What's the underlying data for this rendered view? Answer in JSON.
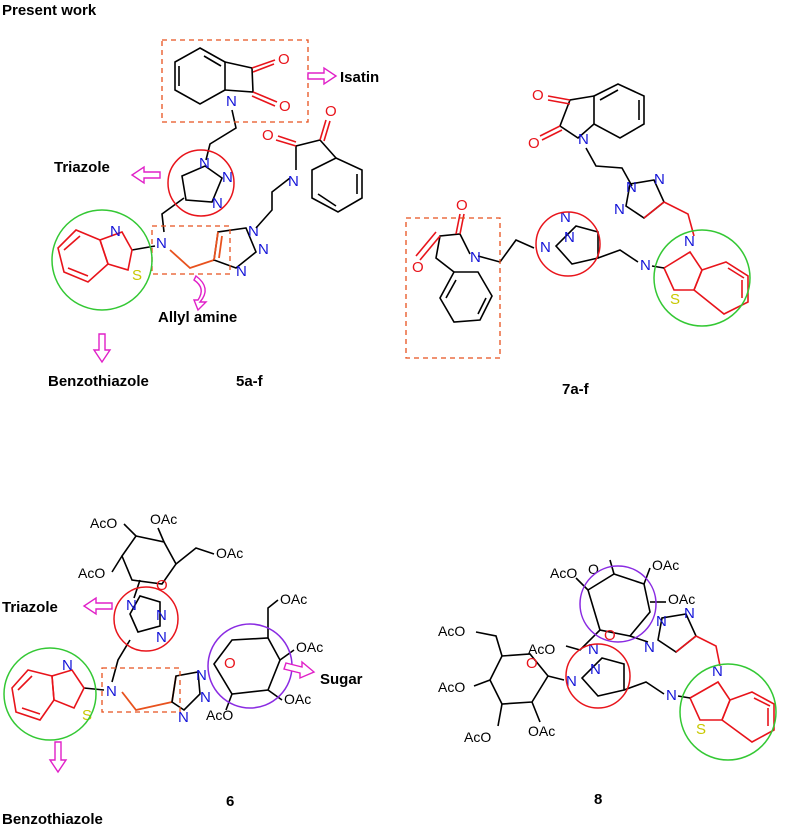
{
  "heading": "Present work",
  "colors": {
    "nitrogen": "#1414d8",
    "oxygen": "#e8141b",
    "sulfur": "#c8c800",
    "highlight_ring": "#e8141b",
    "thiazole_ring": "#34c834",
    "sugar_ring": "#8a2be2",
    "dashed_box": "#e8521e",
    "arrows": "#e020c8"
  },
  "callouts": {
    "isatin": "Isatin",
    "triazole_top": "Triazole",
    "allyl_amine": "Allyl amine",
    "benzothiazole_top": "Benzothiazole",
    "triazole_bottom": "Triazole",
    "sugar": "Sugar",
    "benzothiazole_bottom": "Benzothiazole"
  },
  "compounds": {
    "c1": "5a-f",
    "c2": "7a-f",
    "c3": "6",
    "c4": "8"
  },
  "atoms": {
    "N": "N",
    "O": "O",
    "S": "S",
    "OAc": "OAc",
    "AcO": "AcO"
  }
}
